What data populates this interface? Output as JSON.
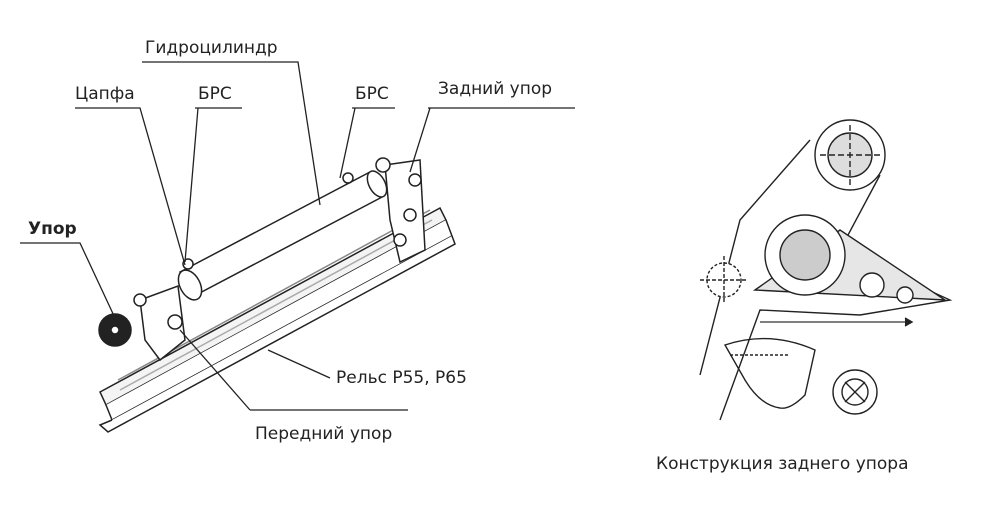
{
  "labels": {
    "hydrocylinder": "Гидроцилиндр",
    "trunnion": "Цапфа",
    "quick_coupling_1": "БРС",
    "quick_coupling_2": "БРС",
    "rear_stop": "Задний упор",
    "stop": "Упор",
    "rail": "Рельс Р55, Р65",
    "front_stop": "Передний упор"
  },
  "caption": "Конструкция заднего упора"
}
